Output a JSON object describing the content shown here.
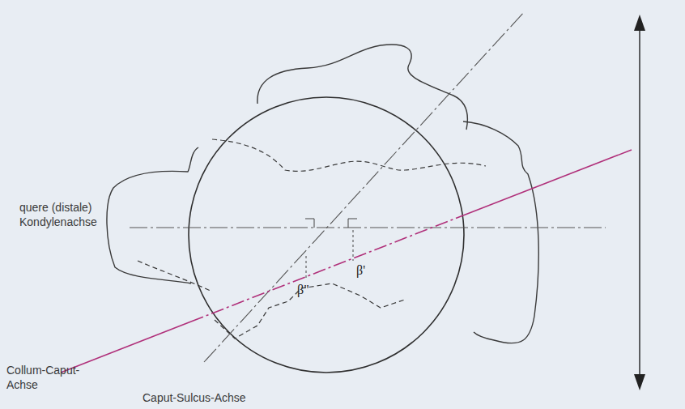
{
  "diagram": {
    "labels": [
      "quere (distale) Kondylenachse",
      "Collum-Caput-Achse",
      "Caput-Sulcus-Achse",
      "β'",
      "β\""
    ]
  }
}
